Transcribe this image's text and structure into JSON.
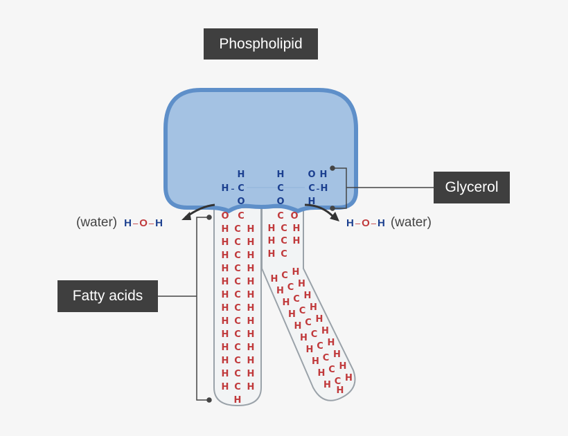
{
  "title": "Phospholipid",
  "labels": {
    "glycerol": "Glycerol",
    "fatty_acids": "Fatty acids",
    "water_left": "(water)",
    "water_right": "(water)"
  },
  "atoms": {
    "H": "H",
    "O": "O",
    "C": "C",
    "bond": "–"
  },
  "colors": {
    "head_fill": "#a4c2e3",
    "head_stroke": "#5e8fc9",
    "tail_fill": "#f2f4f5",
    "glycerol_atoms": "#1b3f8f",
    "fatty_atoms": "#c0393b",
    "label_bg": "#3f3f3f"
  }
}
